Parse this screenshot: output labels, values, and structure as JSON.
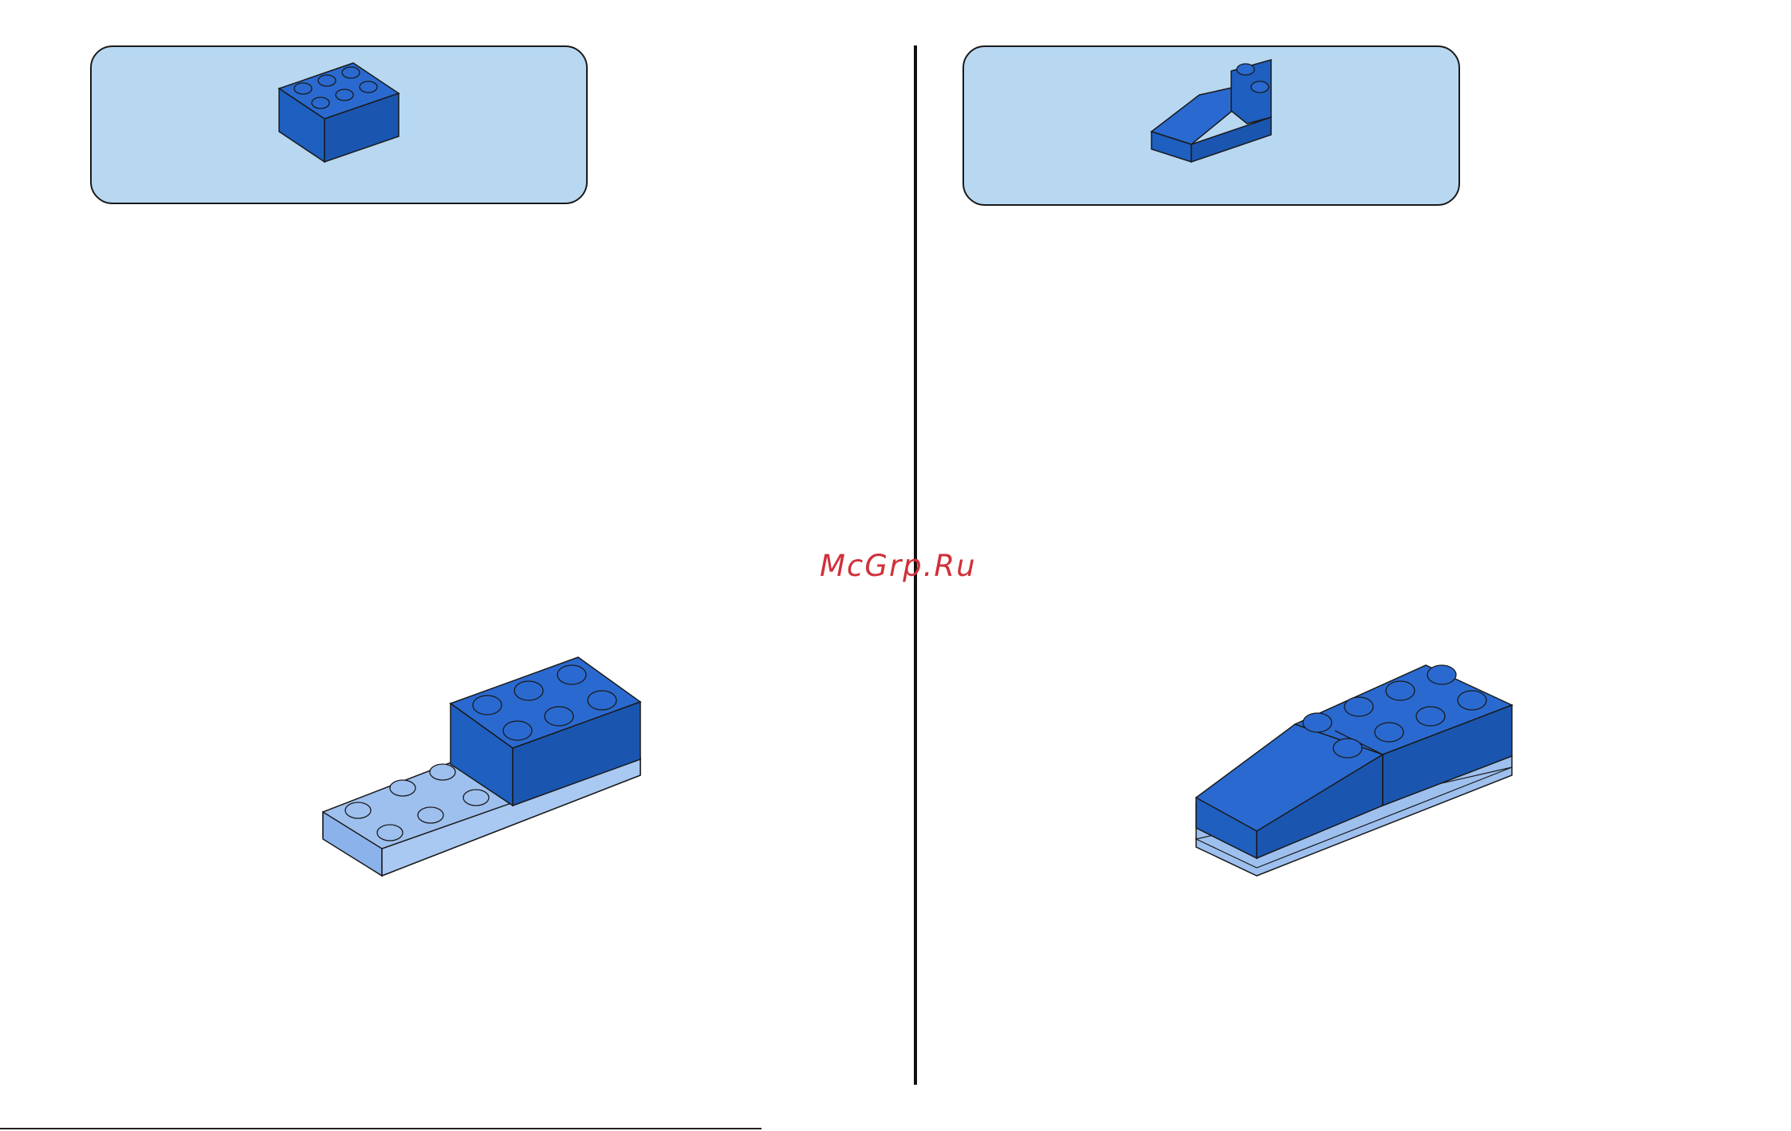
{
  "watermark": {
    "text": "McGrp.Ru",
    "color": "#d0303a"
  },
  "colors": {
    "panel_background": "#b8d8f2",
    "brick_blue": "#1e5fc0",
    "plate_light_blue": "#9ec0ef",
    "outline": "#1a1a1a"
  },
  "steps": [
    {
      "id": "left",
      "parts_needed": [
        {
          "name": "brick-2x3-icon",
          "color": "blue",
          "quantity_shown": 1
        }
      ],
      "assembly_illustration": "plate-with-brick-2x3-icon"
    },
    {
      "id": "right",
      "parts_needed": [
        {
          "name": "slope-brick-3x2-icon",
          "color": "blue",
          "quantity_shown": 1
        }
      ],
      "assembly_illustration": "plate-with-brick-and-slope-icon"
    }
  ]
}
